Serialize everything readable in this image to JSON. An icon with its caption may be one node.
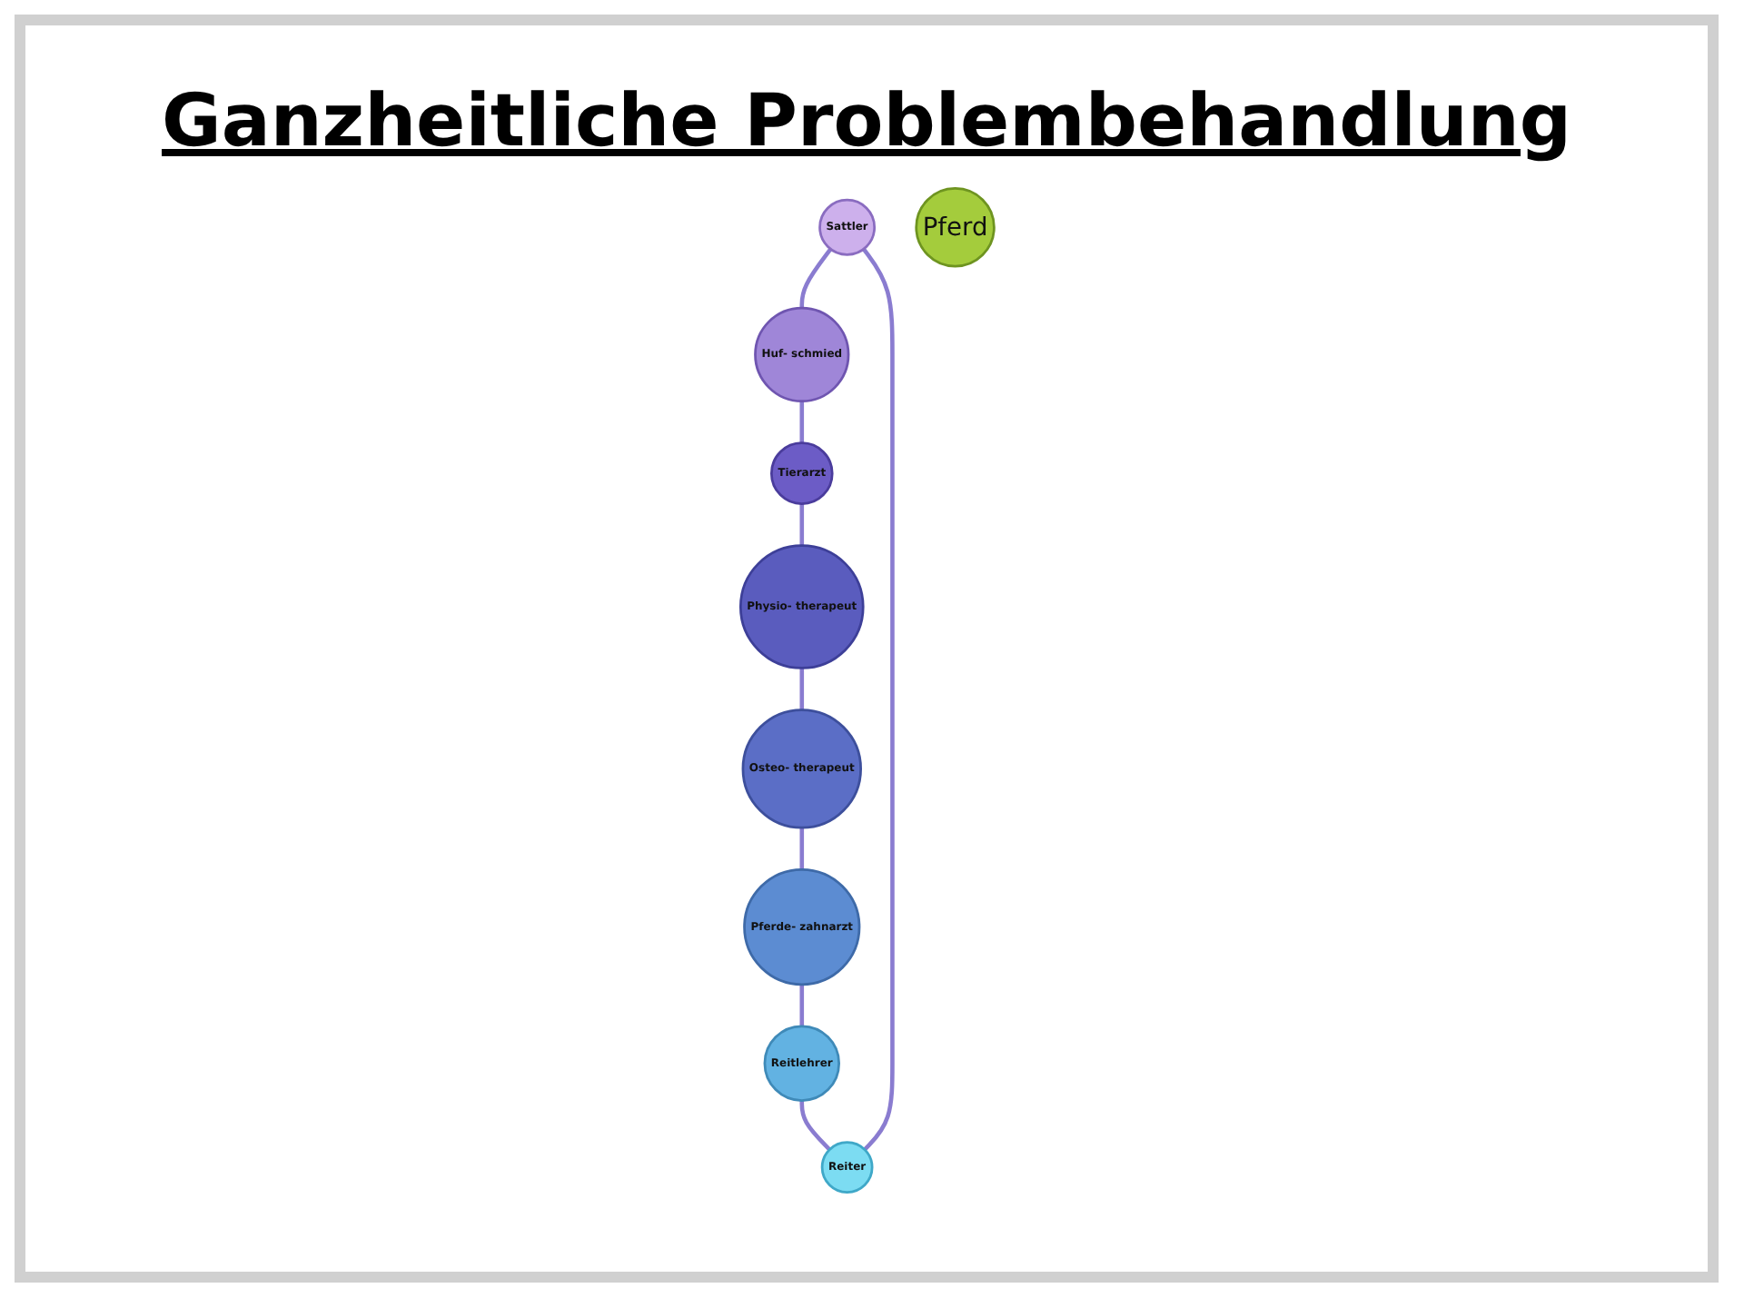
{
  "diagram": {
    "title": "Ganzheitliche Problembehandlung",
    "nodes": [
      {
        "text": [
          "Sattler"
        ]
      },
      {
        "text": [
          "Huf- schmied"
        ]
      },
      {
        "text": [
          "Tierarzt"
        ]
      },
      {
        "text": [
          "Physio- therapeut"
        ]
      },
      {
        "text": [
          "Osteo- therapeut"
        ]
      },
      {
        "text": [
          "Pferde- zahnarzt"
        ]
      },
      {
        "text": [
          "Reitlehrer"
        ]
      },
      {
        "text": [
          "Reiter"
        ]
      },
      {
        "text": [
          "Pferd"
        ]
      }
    ],
    "edges": [
      {
        "from": 0,
        "to": 1,
        "arrow": "none"
      },
      {
        "from": 1,
        "to": 2,
        "arrow": "none"
      },
      {
        "from": 2,
        "to": 3,
        "arrow": "none"
      },
      {
        "from": 3,
        "to": 4,
        "arrow": "none"
      },
      {
        "from": 4,
        "to": 5,
        "arrow": "none"
      },
      {
        "from": 5,
        "to": 6,
        "arrow": "none"
      },
      {
        "from": 6,
        "to": 7,
        "arrow": "none"
      },
      {
        "from": 7,
        "to": 0,
        "arrow": "none"
      }
    ]
  }
}
